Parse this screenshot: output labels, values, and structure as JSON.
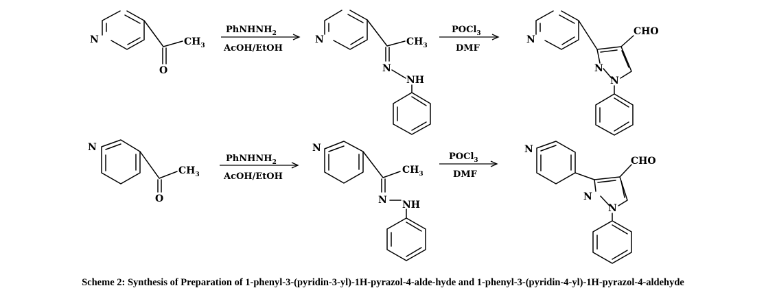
{
  "atoms": {
    "N": "N",
    "CH3": "CH",
    "CH3_sub": "3",
    "O": "O",
    "NH": "NH",
    "CHO": "CHO"
  },
  "reagents": {
    "step1_top": "PhNHNH",
    "step1_top_sub": "2",
    "step1_bottom": "AcOH/EtOH",
    "step2_top": "POCl",
    "step2_top_sub": "3",
    "step2_bottom": "DMF"
  },
  "caption": "Scheme 2: Synthesis of Preparation of 1-phenyl-3-(pyridin-3-yl)-1H-pyrazol-4-alde-hyde and 1-phenyl-3-(pyridin-4-yl)-1H-pyrazol-4-aldehyde"
}
